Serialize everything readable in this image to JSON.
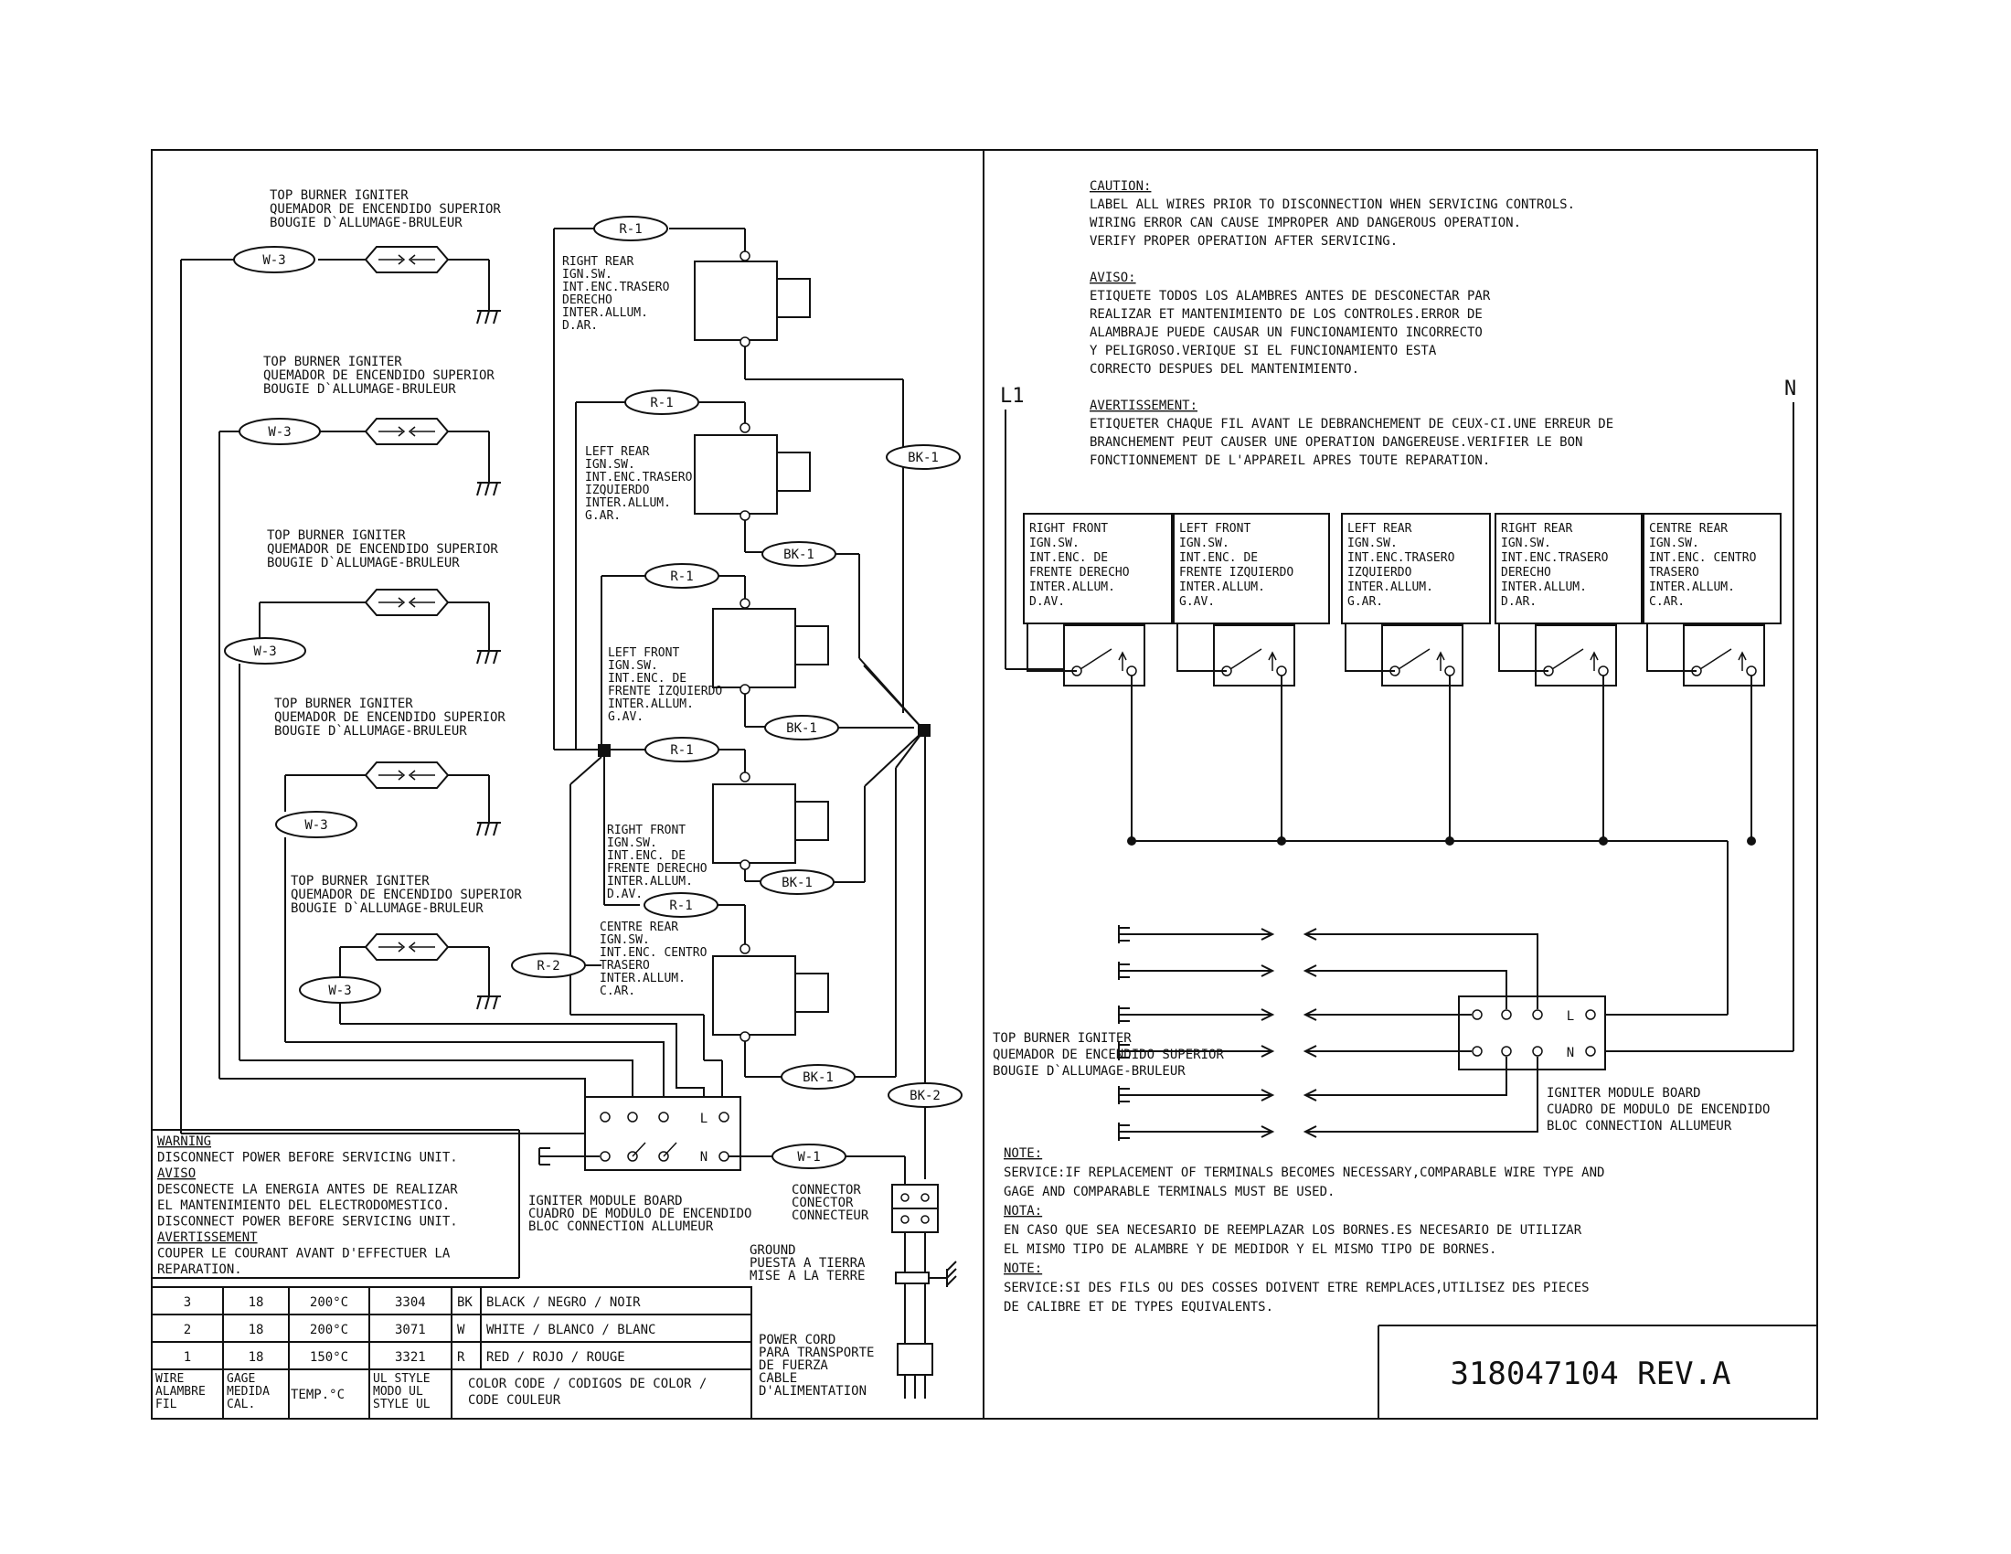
{
  "igniter_labels": {
    "en": "TOP BURNER IGNITER",
    "es": "QUEMADOR DE ENCENDIDO SUPERIOR",
    "fr": "BOUGIE D`ALLUMAGE-BRULEUR"
  },
  "wires": {
    "w3": "W-3",
    "r1": "R-1",
    "r2": "R-2",
    "bk1": "BK-1",
    "bk2": "BK-2",
    "w1": "W-1"
  },
  "switches_left": [
    {
      "lines": [
        "RIGHT REAR",
        "IGN.SW.",
        "INT.ENC.TRASERO",
        "DERECHO",
        "INTER.ALLUM.",
        "D.AR."
      ]
    },
    {
      "lines": [
        "LEFT REAR",
        "IGN.SW.",
        "INT.ENC.TRASERO",
        "IZQUIERDO",
        "INTER.ALLUM.",
        "G.AR."
      ]
    },
    {
      "lines": [
        "LEFT FRONT",
        "IGN.SW.",
        "INT.ENC. DE",
        "FRENTE IZQUIERDO",
        "INTER.ALLUM.",
        "G.AV."
      ]
    },
    {
      "lines": [
        "RIGHT FRONT",
        "IGN.SW.",
        "INT.ENC. DE",
        "FRENTE DERECHO",
        "INTER.ALLUM.",
        "D.AV."
      ]
    },
    {
      "lines": [
        "CENTRE REAR",
        "IGN.SW.",
        "INT.ENC. CENTRO",
        "TRASERO",
        "INTER.ALLUM.",
        "C.AR."
      ]
    }
  ],
  "switches_right": [
    {
      "lines": [
        "RIGHT FRONT",
        "IGN.SW.",
        "INT.ENC. DE",
        "FRENTE DERECHO",
        "INTER.ALLUM.",
        "D.AV."
      ]
    },
    {
      "lines": [
        "LEFT FRONT",
        "IGN.SW.",
        "INT.ENC. DE",
        "FRENTE IZQUIERDO",
        "INTER.ALLUM.",
        "G.AV."
      ]
    },
    {
      "lines": [
        "LEFT REAR",
        "IGN.SW.",
        "INT.ENC.TRASERO",
        "IZQUIERDO",
        "INTER.ALLUM.",
        "G.AR."
      ]
    },
    {
      "lines": [
        "RIGHT REAR",
        "IGN.SW.",
        "INT.ENC.TRASERO",
        "DERECHO",
        "INTER.ALLUM.",
        "D.AR."
      ]
    },
    {
      "lines": [
        "CENTRE REAR",
        "IGN.SW.",
        "INT.ENC. CENTRO",
        "TRASERO",
        "INTER.ALLUM.",
        "C.AR."
      ]
    }
  ],
  "module_board": {
    "en": "IGNITER MODULE BOARD",
    "es": "CUADRO DE MODULO DE ENCENDIDO",
    "fr": "BLOC CONNECTION ALLUMEUR",
    "l": "L",
    "n": "N"
  },
  "connector": [
    "CONNECTOR",
    "CONECTOR",
    "CONNECTEUR"
  ],
  "ground": [
    "GROUND",
    "PUESTA A TIERRA",
    "MISE A LA TERRE"
  ],
  "power_cord": [
    "POWER CORD",
    "PARA TRANSPORTE",
    "DE FUERZA",
    "CABLE",
    "D'ALIMENTATION"
  ],
  "warning": [
    {
      "text": "WARNING",
      "u": true
    },
    {
      "text": "DISCONNECT POWER BEFORE SERVICING UNIT.",
      "u": false
    },
    {
      "text": "AVISO",
      "u": true
    },
    {
      "text": "DESCONECTE LA ENERGIA ANTES DE REALIZAR",
      "u": false
    },
    {
      "text": "EL MANTENIMIENTO DEL ELECTRODOMESTICO.",
      "u": false
    },
    {
      "text": "DISCONNECT POWER BEFORE SERVICING UNIT.",
      "u": false
    },
    {
      "text": "AVERTISSEMENT",
      "u": true
    },
    {
      "text": "COUPER LE COURANT AVANT D'EFFECTUER LA",
      "u": false
    },
    {
      "text": "REPARATION.",
      "u": false
    }
  ],
  "wire_table": {
    "rows": [
      {
        "wire": "3",
        "gage": "18",
        "temp": "200°C",
        "ul": "3304",
        "code": "BK",
        "color": "BLACK / NEGRO / NOIR"
      },
      {
        "wire": "2",
        "gage": "18",
        "temp": "200°C",
        "ul": "3071",
        "code": "W",
        "color": "WHITE / BLANCO / BLANC"
      },
      {
        "wire": "1",
        "gage": "18",
        "temp": "150°C",
        "ul": "3321",
        "code": "R",
        "color": "RED / ROJO / ROUGE"
      }
    ],
    "h_wire": [
      "WIRE",
      "ALAMBRE",
      "FIL"
    ],
    "h_gage": [
      "GAGE",
      "MEDIDA",
      "CAL."
    ],
    "h_temp": "TEMP.°C",
    "h_ul": [
      "UL STYLE",
      "MODO UL",
      "STYLE UL"
    ],
    "h_color": [
      "COLOR CODE / CODIGOS DE COLOR /",
      "CODE COULEUR"
    ]
  },
  "caution": {
    "title": "CAUTION:",
    "lines": [
      "LABEL ALL WIRES PRIOR TO DISCONNECTION WHEN SERVICING CONTROLS.",
      "WIRING ERROR CAN CAUSE IMPROPER AND DANGEROUS OPERATION.",
      "VERIFY PROPER OPERATION AFTER SERVICING."
    ]
  },
  "aviso": {
    "title": "AVISO:",
    "lines": [
      "ETIQUETE TODOS LOS ALAMBRES ANTES DE DESCONECTAR PAR",
      "REALIZAR ET MANTENIMIENTO DE LOS CONTROLES.ERROR DE",
      "ALAMBRAJE PUEDE CAUSAR UN FUNCIONAMIENTO INCORRECTO",
      "Y PELIGROSO.VERIQUE SI EL FUNCIONAMIENTO ESTA",
      "CORRECTO DESPUES DEL MANTENIMIENTO."
    ]
  },
  "avertissement": {
    "title": "AVERTISSEMENT:",
    "lines": [
      "ETIQUETER CHAQUE FIL AVANT LE DEBRANCHEMENT DE CEUX-CI.UNE ERREUR DE",
      "BRANCHEMENT PEUT CAUSER UNE OPERATION DANGEREUSE.VERIFIER LE BON",
      "FONCTIONNEMENT DE L'APPAREIL APRES TOUTE REPARATION."
    ]
  },
  "l1": "L1",
  "n": "N",
  "notes": [
    {
      "text": "NOTE:",
      "u": true
    },
    {
      "text": "SERVICE:IF REPLACEMENT OF TERMINALS BECOMES NECESSARY,COMPARABLE WIRE TYPE AND",
      "u": false
    },
    {
      "text": "GAGE AND COMPARABLE TERMINALS MUST BE USED.",
      "u": false
    },
    {
      "text": "NOTA:",
      "u": true
    },
    {
      "text": "EN CASO QUE SEA NECESARIO DE REEMPLAZAR LOS BORNES.ES NECESARIO DE UTILIZAR",
      "u": false
    },
    {
      "text": "EL MISMO TIPO DE ALAMBRE Y DE MEDIDOR Y EL MISMO TIPO DE BORNES.",
      "u": false
    },
    {
      "text": "NOTE:",
      "u": true
    },
    {
      "text": "SERVICE:SI DES FILS OU DES COSSES DOIVENT ETRE REMPLACES,UTILISEZ DES PIECES",
      "u": false
    },
    {
      "text": "DE CALIBRE ET DE TYPES EQUIVALENTS.",
      "u": false
    }
  ],
  "part_number": "318047104 REV.A"
}
